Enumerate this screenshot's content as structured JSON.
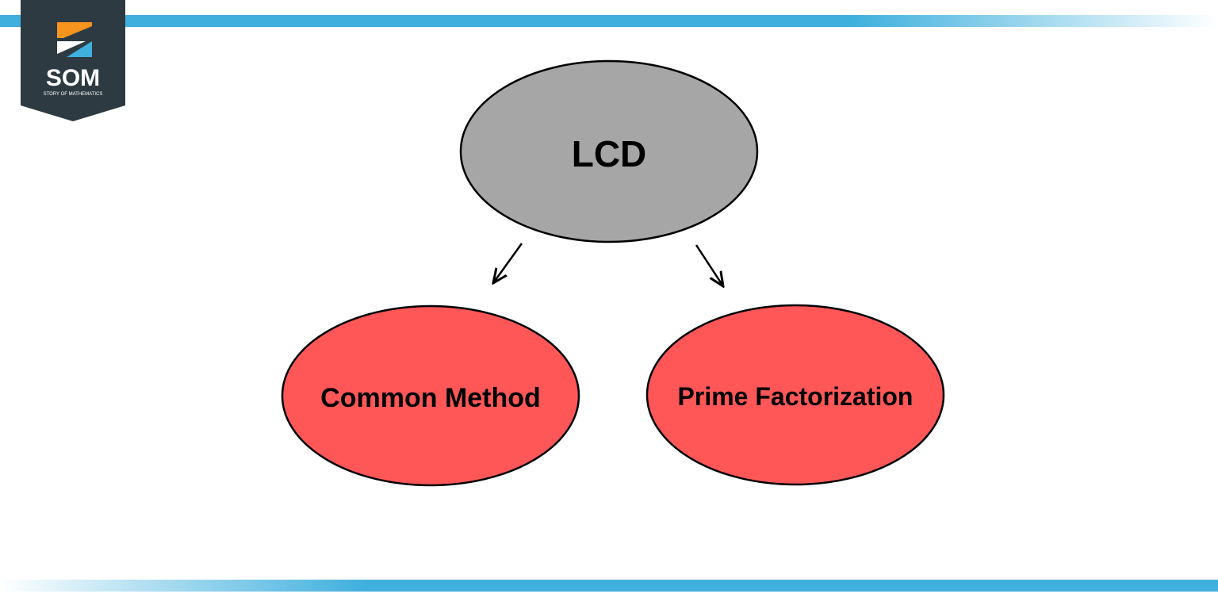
{
  "logo": {
    "wordmark": "SOM",
    "tagline": "STORY OF MATHEMATICS"
  },
  "diagram": {
    "root": {
      "label": "LCD",
      "color": "#a6a6a6"
    },
    "children": [
      {
        "label": "Common Method",
        "color": "#ff5757"
      },
      {
        "label": "Prime Factorization",
        "color": "#ff5757"
      }
    ]
  },
  "colors": {
    "stripe": "#3fb0dd",
    "logo_bg": "#2d3a42",
    "logo_orange": "#f7941d",
    "logo_blue": "#3fb0dd"
  }
}
